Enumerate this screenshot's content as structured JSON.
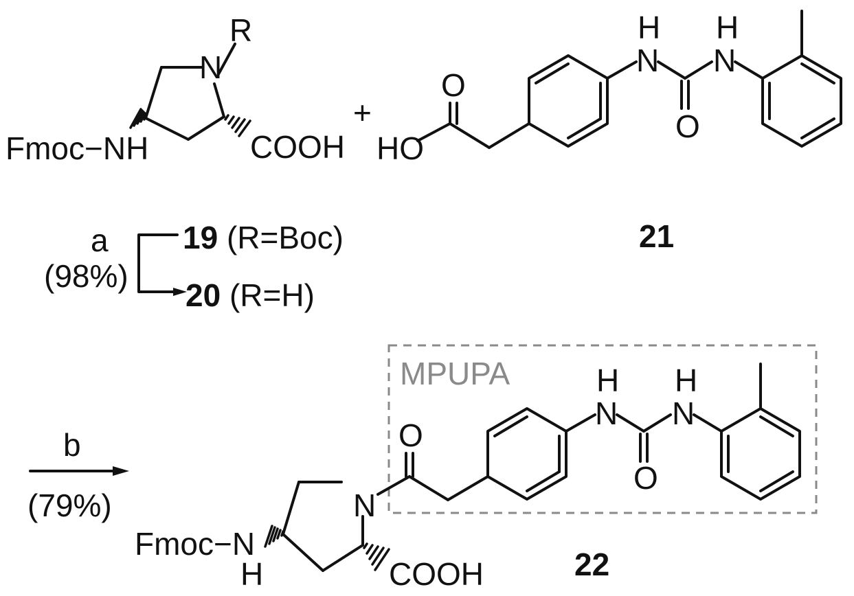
{
  "scheme": {
    "reactant_prolinol": {
      "r_label": "R",
      "n_label": "N",
      "amine": "Fmoc−NH",
      "acid": "COOH"
    },
    "plus": "+",
    "reactant_acid": {
      "h1": "H",
      "n1": "N",
      "h2": "H",
      "n2": "N",
      "o_urea": "O",
      "o_acid": "O",
      "ho": "HO"
    },
    "label_21": "21",
    "step_a": {
      "reagent": "a",
      "yield": "(98%)",
      "from_num": "19",
      "from_r": " (R=Boc)",
      "to_num": "20",
      "to_r": " (R=H)"
    },
    "step_b": {
      "reagent": "b",
      "yield": "(79%)"
    },
    "product": {
      "box_label": "MPUPA",
      "h1": "H",
      "n1": "N",
      "h2": "H",
      "n2": "N",
      "o_urea": "O",
      "o_amide": "O",
      "n_ring": "N",
      "amine": "Fmoc−N",
      "amine_h": "H",
      "acid": "COOH",
      "label": "22"
    }
  }
}
